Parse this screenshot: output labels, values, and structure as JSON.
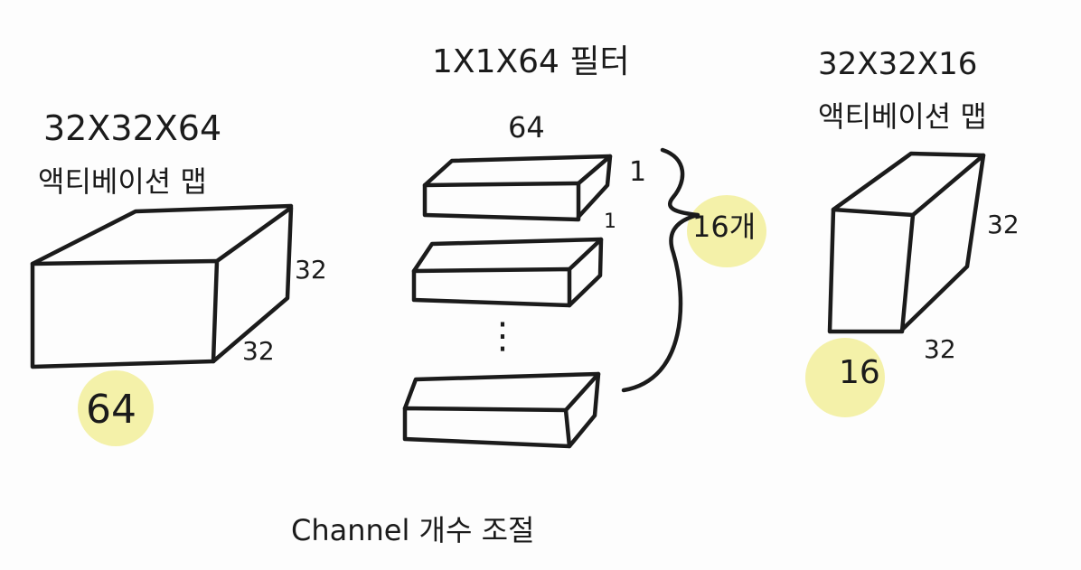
{
  "input_map": {
    "dims_label": "32X32X64",
    "name_label": "액티베이션 맵",
    "depth_label": "64",
    "height_label": "32",
    "width_label": "32"
  },
  "filter": {
    "title": "1X1X64 필터",
    "depth_label": "64",
    "unit_top": "1",
    "unit_mid": "1",
    "ellipsis": "⋮",
    "count_label": "16개"
  },
  "output_map": {
    "dims_label": "32X32X16",
    "name_label": "액티베이션 맵",
    "height_label": "32",
    "width_label": "32",
    "depth_label": "16"
  },
  "caption": "Channel 개수 조절",
  "colors": {
    "highlight": "#f2ee9a",
    "ink": "#1b1b1b",
    "background": "#fdfdfd"
  }
}
